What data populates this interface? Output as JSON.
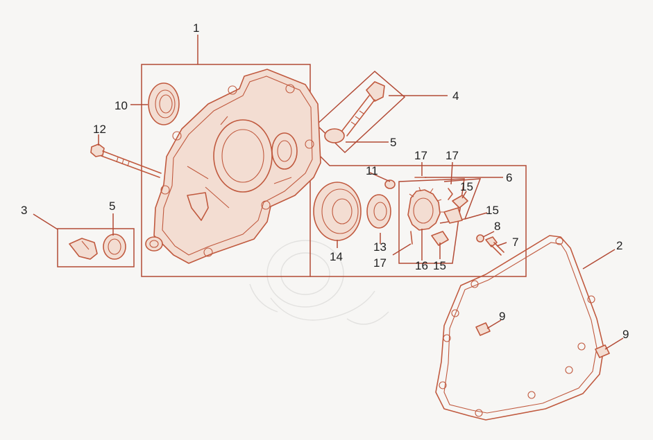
{
  "diagram": {
    "callouts": [
      {
        "id": "c-1",
        "label": "1"
      },
      {
        "id": "c-2",
        "label": "2"
      },
      {
        "id": "c-3",
        "label": "3"
      },
      {
        "id": "c-4",
        "label": "4"
      },
      {
        "id": "c-5a",
        "label": "5"
      },
      {
        "id": "c-5b",
        "label": "5"
      },
      {
        "id": "c-6",
        "label": "6"
      },
      {
        "id": "c-7",
        "label": "7"
      },
      {
        "id": "c-8",
        "label": "8"
      },
      {
        "id": "c-9a",
        "label": "9"
      },
      {
        "id": "c-9b",
        "label": "9"
      },
      {
        "id": "c-10",
        "label": "10"
      },
      {
        "id": "c-11",
        "label": "11"
      },
      {
        "id": "c-12",
        "label": "12"
      },
      {
        "id": "c-13",
        "label": "13"
      },
      {
        "id": "c-14",
        "label": "14"
      },
      {
        "id": "c-15a",
        "label": "15"
      },
      {
        "id": "c-15b",
        "label": "15"
      },
      {
        "id": "c-15c",
        "label": "15"
      },
      {
        "id": "c-16",
        "label": "16"
      },
      {
        "id": "c-17a",
        "label": "17"
      },
      {
        "id": "c-17b",
        "label": "17"
      },
      {
        "id": "c-17c",
        "label": "17"
      }
    ],
    "colors": {
      "line": "#c0593e",
      "leader": "#b24a35",
      "text": "#1f1f1f",
      "background": "#f7f6f4"
    }
  }
}
